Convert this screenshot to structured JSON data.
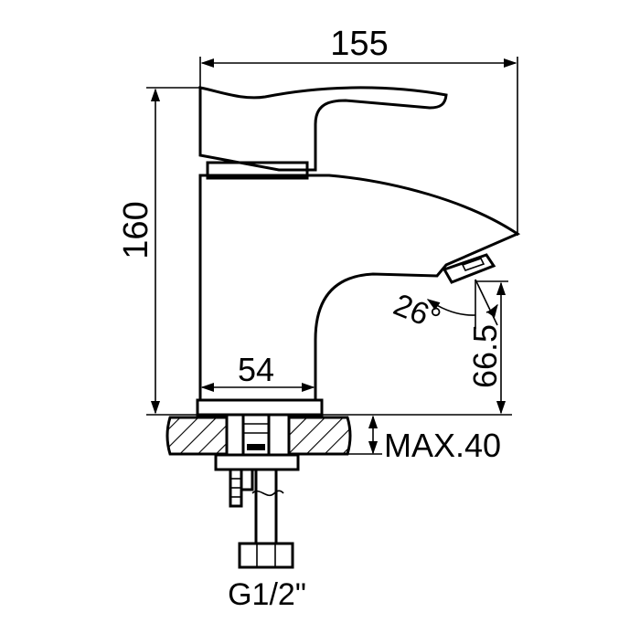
{
  "drawing": {
    "dimensions": {
      "overall_width": "155",
      "overall_height": "160",
      "base_width": "54",
      "spout_height": "66.5",
      "spout_angle": "26°",
      "deck_thickness": "MAX.40"
    },
    "connection_label": "G1/2\""
  },
  "colors": {
    "line": "#000000",
    "background": "#ffffff"
  }
}
